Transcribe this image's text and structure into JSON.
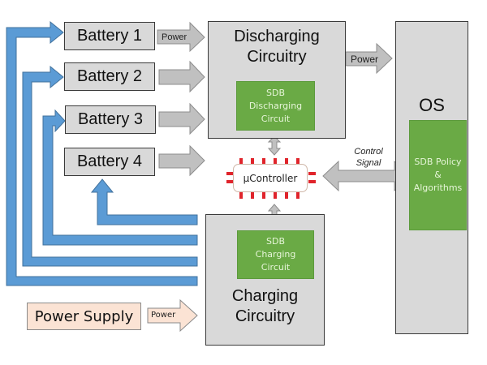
{
  "batteries": [
    {
      "label": "Battery 1"
    },
    {
      "label": "Battery 2"
    },
    {
      "label": "Battery 3"
    },
    {
      "label": "Battery 4"
    }
  ],
  "discharging": {
    "title_line1": "Discharging",
    "title_line2": "Circuitry",
    "inner": {
      "line1": "SDB",
      "line2": "Discharging",
      "line3": "Circuit"
    }
  },
  "charging": {
    "title_line1": "Charging",
    "title_line2": "Circuitry",
    "inner": {
      "line1": "SDB",
      "line2": "Charging",
      "line3": "Circuit"
    }
  },
  "os": {
    "title": "OS",
    "inner": {
      "line1": "SDB Policy",
      "line2": "&",
      "line3": "Algorithms"
    }
  },
  "controller": {
    "label": "µController"
  },
  "power_supply": {
    "label": "Power Supply"
  },
  "arrows": {
    "battery1_power": "Power",
    "discharge_to_os_power": "Power",
    "supply_power": "Power",
    "control_signal_line1": "Control",
    "control_signal_line2": "Signal"
  },
  "colors": {
    "box_fill": "#d9d9d9",
    "green": "#6aaa45",
    "blue_arrow": "#5b9bd5",
    "gray_arrow": "#c0c0c0",
    "pin_red": "#e0242b",
    "supply_fill": "#fbe3d4"
  }
}
